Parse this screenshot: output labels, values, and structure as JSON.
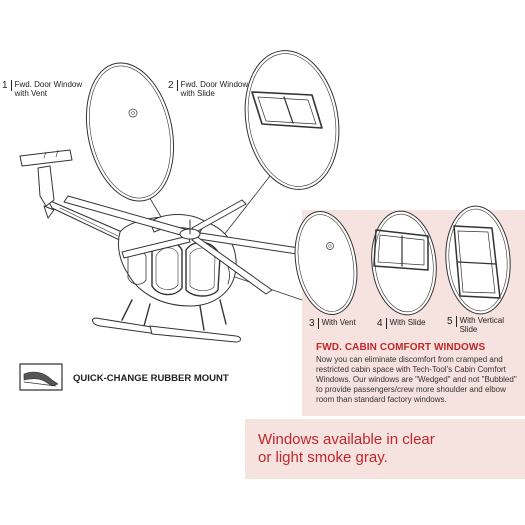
{
  "callouts": {
    "c1": {
      "num": "1",
      "label": "Fwd. Door Window\nwith Vent"
    },
    "c2": {
      "num": "2",
      "label": "Fwd. Door Window\nwith Slide"
    },
    "c3": {
      "num": "3",
      "label": "With Vent"
    },
    "c4": {
      "num": "4",
      "label": "With Slide"
    },
    "c5": {
      "num": "5",
      "label": "With Vertical\nSlide"
    }
  },
  "cabin": {
    "title": "FWD. CABIN COMFORT WINDOWS",
    "body": "Now you can eliminate discomfort from cramped and restricted cabin space with Tech-Tool's Cabin Comfort Windows. Our windows are \"Wedged\" and not \"Bubbled\" to provide passengers/crew more shoulder and elbow room than standard factory windows."
  },
  "availability": "Windows available in clear\nor light smoke gray.",
  "mount": {
    "label": "QUICK-CHANGE RUBBER MOUNT"
  },
  "colors": {
    "accent": "#c0272d",
    "panel": "#f6e2de"
  }
}
